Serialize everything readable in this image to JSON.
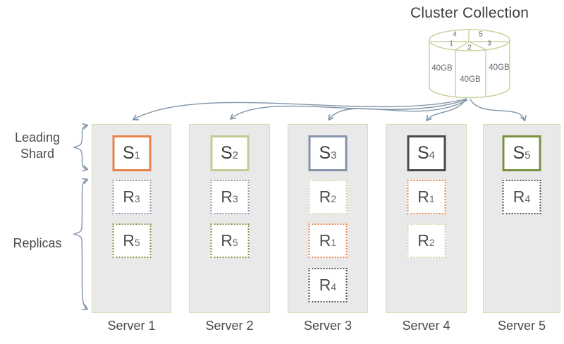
{
  "title": "Cluster Collection",
  "labels": {
    "leading_shard": "Leading Shard",
    "replicas": "Replicas"
  },
  "cylinder": {
    "section_labels": [
      "1",
      "2",
      "3",
      "4",
      "5"
    ],
    "size_labels": [
      "40GB",
      "40GB",
      "40GB"
    ]
  },
  "colors": {
    "shard1_orange": "#e8834e",
    "shard2_pale_olive": "#c5cb96",
    "shard3_blue_gray": "#8495ab",
    "shard4_dark_gray": "#4b4b4b",
    "shard5_olive_green": "#7a9140",
    "arrow_blue_gray": "#8094a8",
    "server_fill": "#e9e9e9",
    "server_border": "#d9dcb8",
    "cylinder_stroke": "#cbd2a0"
  },
  "servers": [
    {
      "name": "Server 1",
      "shard": {
        "label": "S",
        "sub": "1",
        "color": "#e8834e"
      },
      "replicas": [
        {
          "label": "R",
          "sub": "3",
          "color": "#8495ab"
        },
        {
          "label": "R",
          "sub": "5",
          "color": "#7a9140"
        }
      ]
    },
    {
      "name": "Server 2",
      "shard": {
        "label": "S",
        "sub": "2",
        "color": "#c5cb96"
      },
      "replicas": [
        {
          "label": "R",
          "sub": "3",
          "color": "#8495ab"
        },
        {
          "label": "R",
          "sub": "5",
          "color": "#7a9140"
        }
      ]
    },
    {
      "name": "Server 3",
      "shard": {
        "label": "S",
        "sub": "3",
        "color": "#8495ab"
      },
      "replicas": [
        {
          "label": "R",
          "sub": "2",
          "color": "#ccd19f"
        },
        {
          "label": "R",
          "sub": "1",
          "color": "#e8834e"
        },
        {
          "label": "R",
          "sub": "4",
          "color": "#4f4f4f"
        }
      ]
    },
    {
      "name": "Server 4",
      "shard": {
        "label": "S",
        "sub": "4",
        "color": "#4b4b4b"
      },
      "replicas": [
        {
          "label": "R",
          "sub": "1",
          "color": "#e8834e"
        },
        {
          "label": "R",
          "sub": "2",
          "color": "#ccd19f"
        }
      ]
    },
    {
      "name": "Server 5",
      "shard": {
        "label": "S",
        "sub": "5",
        "color": "#7a9140"
      },
      "replicas": [
        {
          "label": "R",
          "sub": "4",
          "color": "#4f4f4f"
        }
      ]
    }
  ]
}
